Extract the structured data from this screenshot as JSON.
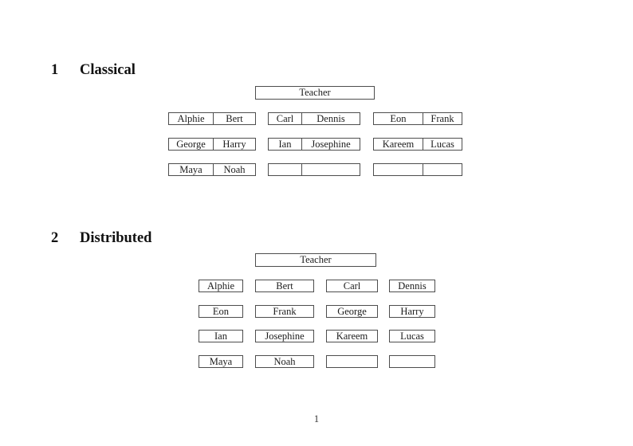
{
  "page_number": "1",
  "sections": [
    {
      "number": "1",
      "title": "Classical",
      "teacher_label": "Teacher",
      "desk_rows": [
        [
          [
            "Alphie",
            "Bert"
          ],
          [
            "Carl",
            "Dennis"
          ],
          [
            "Eon",
            "Frank"
          ]
        ],
        [
          [
            "George",
            "Harry"
          ],
          [
            "Ian",
            "Josephine"
          ],
          [
            "Kareem",
            "Lucas"
          ]
        ],
        [
          [
            "Maya",
            "Noah"
          ],
          [
            "",
            ""
          ],
          [
            "",
            ""
          ]
        ]
      ]
    },
    {
      "number": "2",
      "title": "Distributed",
      "teacher_label": "Teacher",
      "seat_rows": [
        [
          "Alphie",
          "Bert",
          "Carl",
          "Dennis"
        ],
        [
          "Eon",
          "Frank",
          "George",
          "Harry"
        ],
        [
          "Ian",
          "Josephine",
          "Kareem",
          "Lucas"
        ],
        [
          "Maya",
          "Noah",
          "",
          ""
        ]
      ]
    }
  ]
}
